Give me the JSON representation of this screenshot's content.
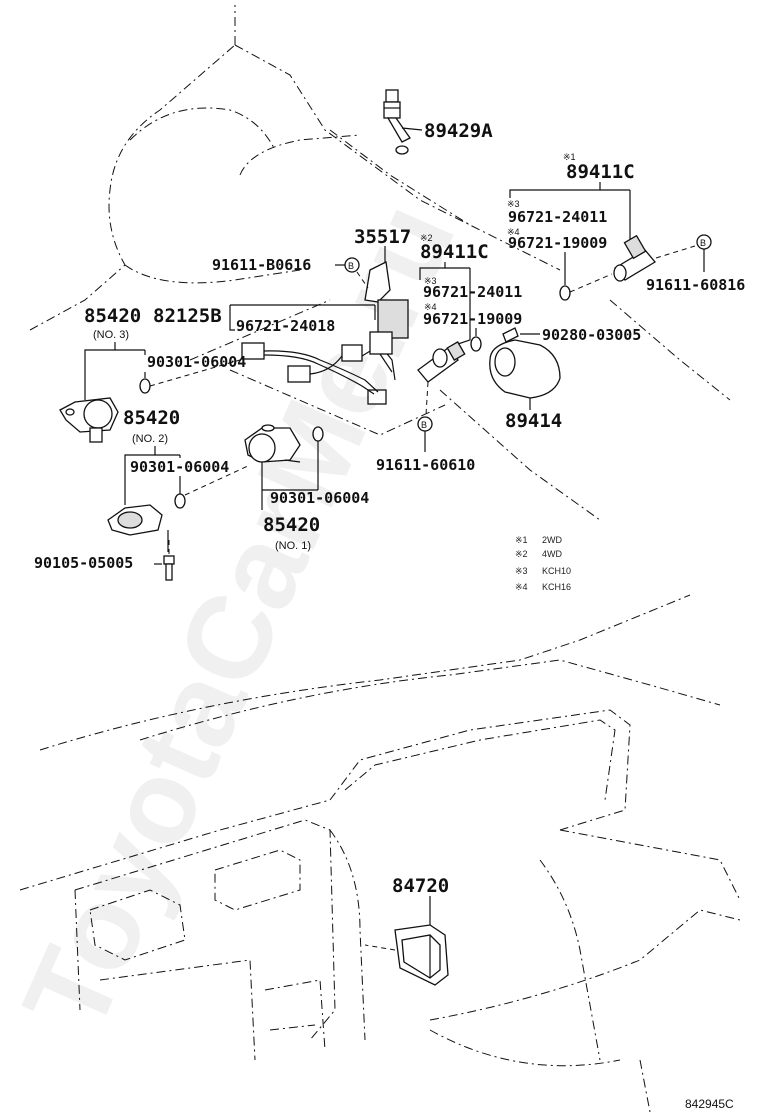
{
  "watermark": "ToyotaCarMe.ru",
  "diagram_code": "842945C",
  "parts": {
    "p89429A": "89429A",
    "p89411C_a": "89411C",
    "p89411C_a_note": "※1",
    "p96721_24011_a": "96721-24011",
    "p96721_24011_a_note": "※3",
    "p96721_19009_a": "96721-19009",
    "p96721_19009_a_note": "※4",
    "p91611_60816": "91611-60816",
    "p35517": "35517",
    "p89411C_b": "89411C",
    "p89411C_b_note": "※2",
    "p96721_24011_b": "96721-24011",
    "p96721_24011_b_note": "※3",
    "p96721_19009_b": "96721-19009",
    "p96721_19009_b_note": "※4",
    "p90280_03005": "90280-03005",
    "p89414": "89414",
    "p91611_60610": "91611-60610",
    "p91611_B0616": "91611-B0616",
    "p85420_no3": "85420",
    "p85420_no3_sub": "(NO. 3)",
    "p82125B": "82125B",
    "p96721_24018": "96721-24018",
    "p90301_06004_a": "90301-06004",
    "p85420_no2": "85420",
    "p85420_no2_sub": "(NO. 2)",
    "p90301_06004_b": "90301-06004",
    "p90301_06004_c": "90301-06004",
    "p85420_no1": "85420",
    "p85420_no1_sub": "(NO. 1)",
    "p90105_05005": "90105-05005",
    "p84720": "84720",
    "marker_B": "B"
  },
  "legend": [
    {
      "mark": "※1",
      "text": "2WD"
    },
    {
      "mark": "※2",
      "text": "4WD"
    },
    {
      "mark": "※3",
      "text": "KCH10"
    },
    {
      "mark": "※4",
      "text": "KCH16"
    }
  ]
}
